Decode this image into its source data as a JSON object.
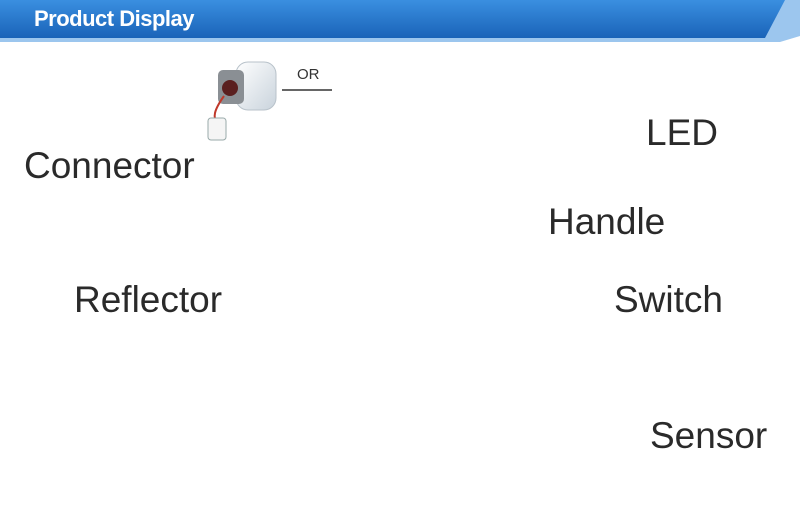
{
  "banner": {
    "title": "Product Display",
    "color": "#1f6fc4"
  },
  "labels": {
    "or": "OR",
    "connector": "Connector",
    "led": "LED",
    "handle": "Handle",
    "reflector": "Reflector",
    "switch": "Switch",
    "sensor": "Sensor"
  },
  "colors": {
    "leader_line": "#1f6fb8",
    "lamp_body": "#eef2f5",
    "arrow": "#111111"
  }
}
